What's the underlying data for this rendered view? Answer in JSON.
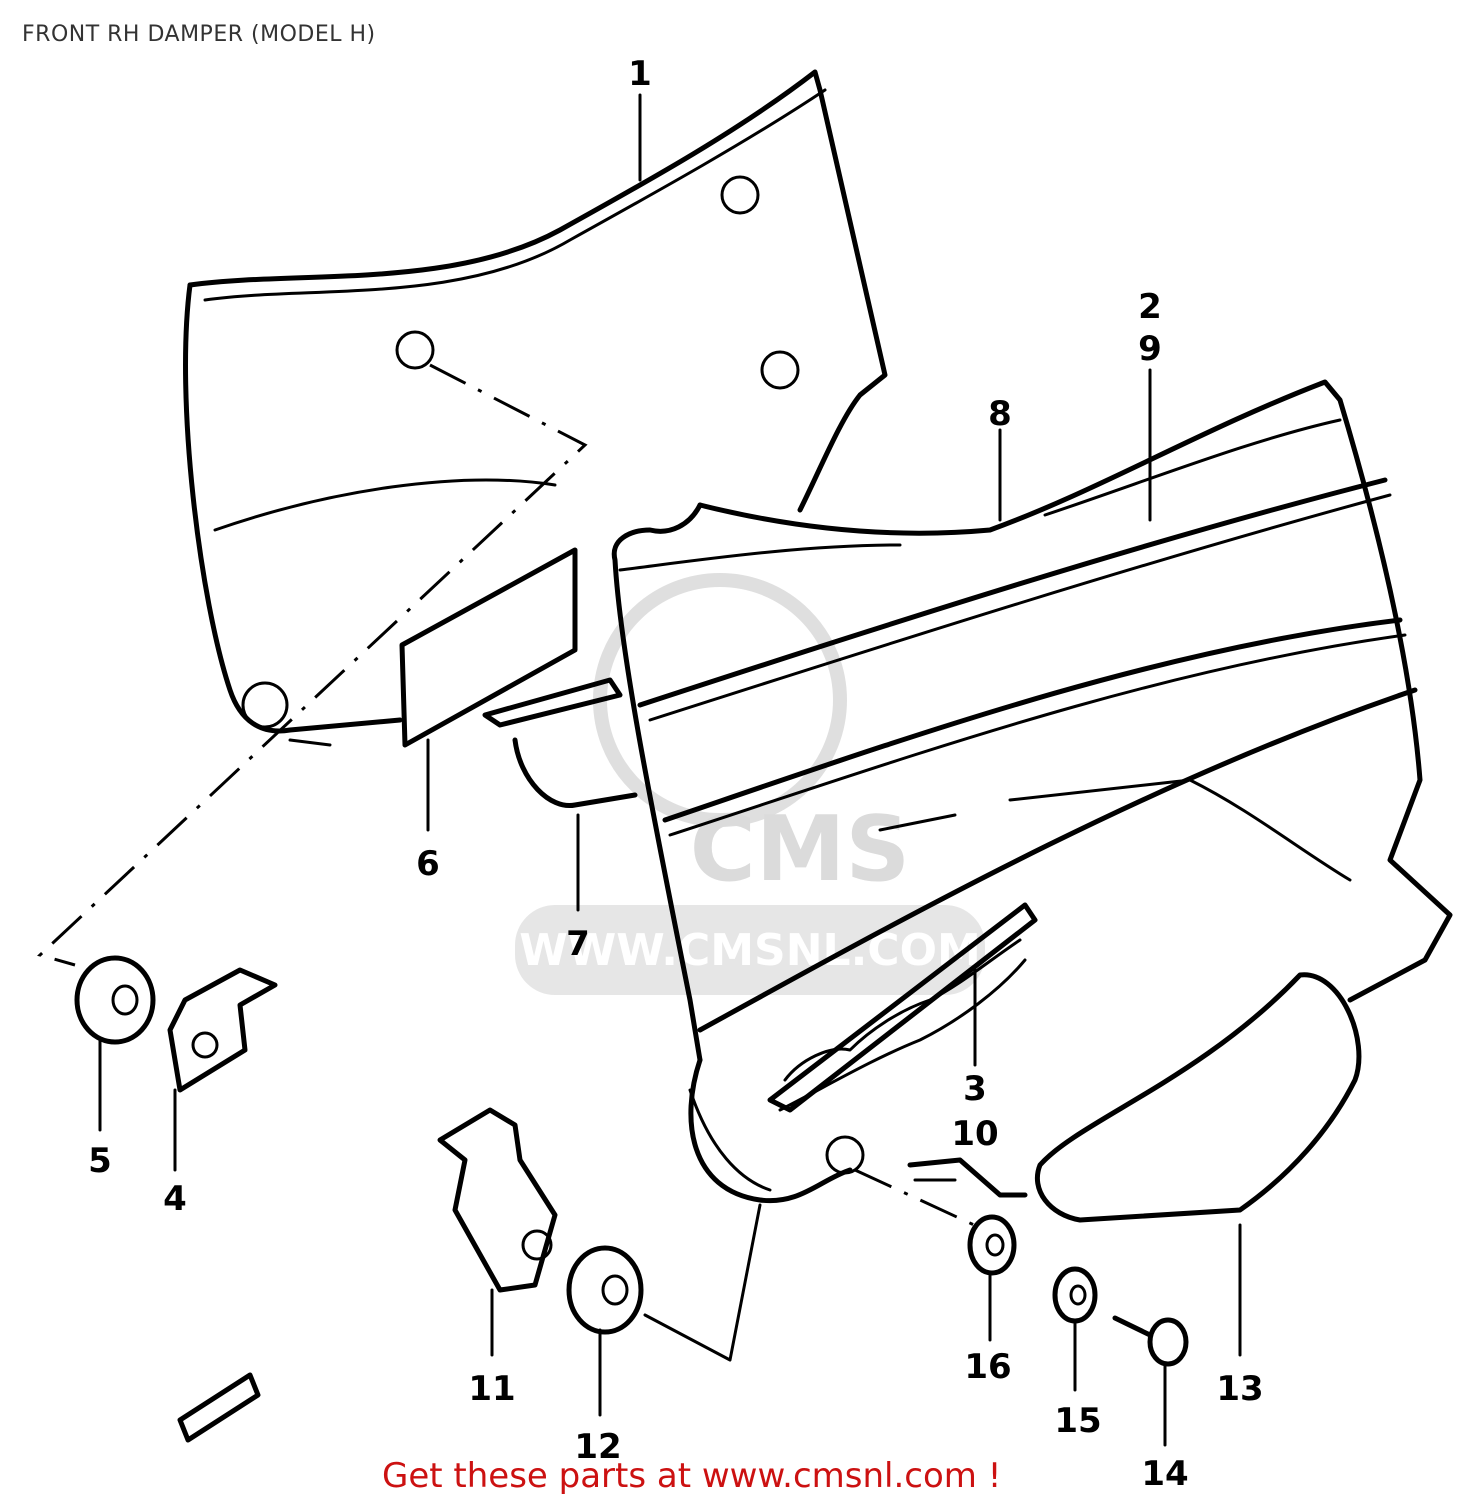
{
  "title": "FRONT RH DAMPER (MODEL H)",
  "promo": "Get these parts at www.cmsnl.com !",
  "watermark": {
    "logo_text": "CMS",
    "url_text": "WWW.CMSNL.COM"
  },
  "part_numbers": [
    "1",
    "2",
    "9",
    "8",
    "6",
    "7",
    "5",
    "4",
    "3",
    "10",
    "11",
    "12",
    "16",
    "15",
    "14",
    "13"
  ]
}
